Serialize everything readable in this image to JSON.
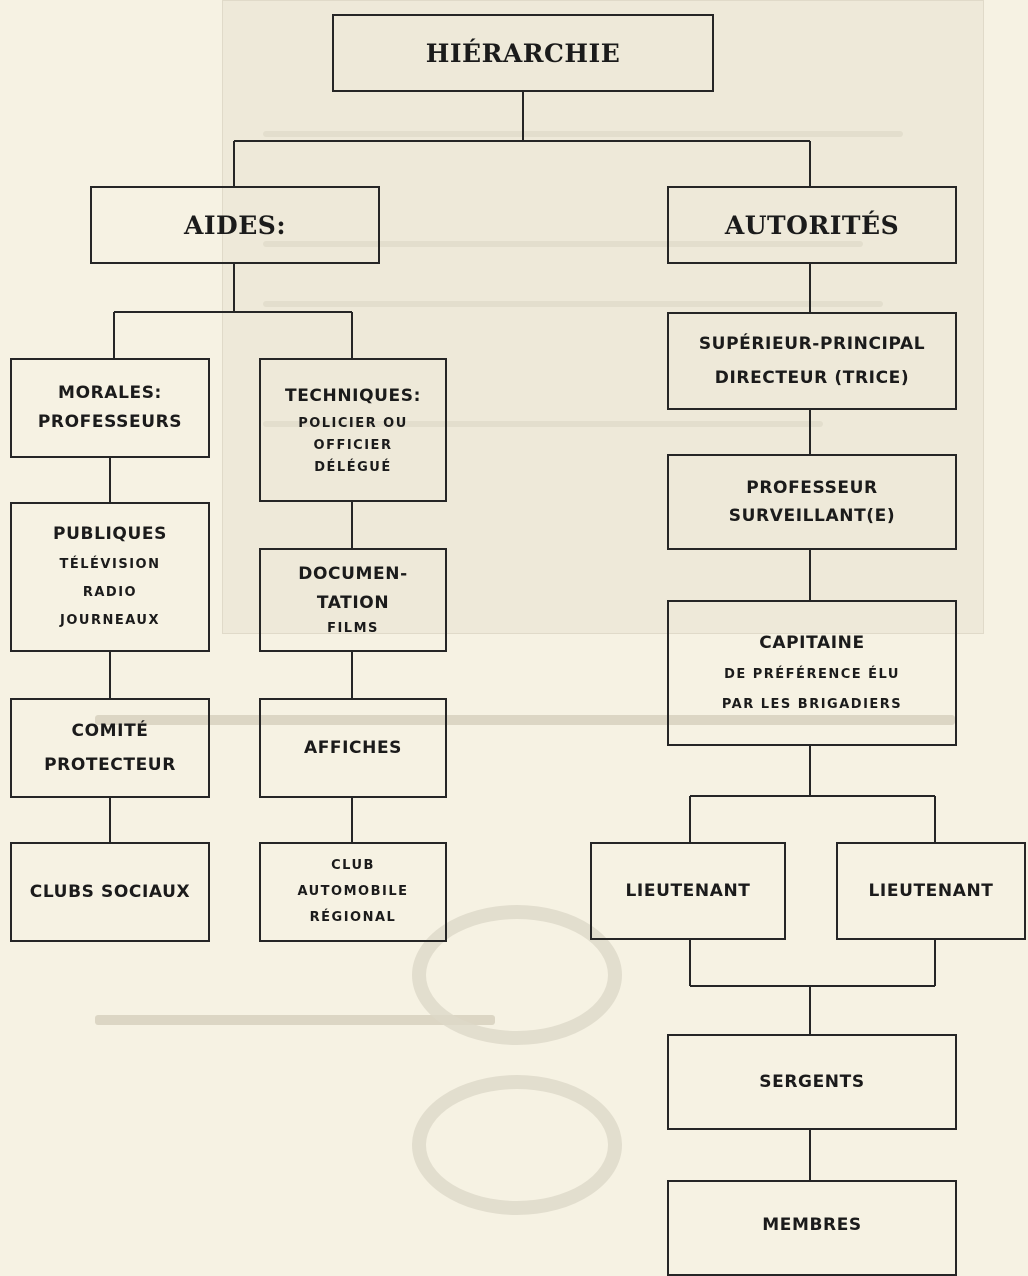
{
  "diagram": {
    "title": "HIÉRARCHIE",
    "aides": {
      "label": "AIDES:",
      "morales": {
        "main": "MORALES:",
        "main2": "PROFESSEURS"
      },
      "techniques": {
        "main": "TECHNIQUES:",
        "sub": "POLICIER OU",
        "sub2": "OFFICIER",
        "sub3": "DÉLÉGUÉ"
      },
      "publiques": {
        "main": "PUBLIQUES",
        "sub": "TÉLÉVISION",
        "sub2": "RADIO",
        "sub3": "JOURNEAUX"
      },
      "documentation": {
        "main": "DOCUMEN-",
        "main2": "TATION",
        "sub": "FILMS"
      },
      "comite": {
        "main": "COMITÉ",
        "main2": "PROTECTEUR"
      },
      "affiches": {
        "main": "AFFICHES"
      },
      "clubs": {
        "main": "CLUBS SOCIAUX"
      },
      "club_auto": {
        "sub": "CLUB",
        "sub2": "AUTOMOBILE",
        "sub3": "RÉGIONAL"
      }
    },
    "autorites": {
      "label": "AUTORITÉS",
      "superieur": {
        "main": "SUPÉRIEUR-PRINCIPAL",
        "main2": "DIRECTEUR (TRICE)"
      },
      "professeur": {
        "main": "PROFESSEUR",
        "main2": "SURVEILLANT(E)"
      },
      "capitaine": {
        "main": "CAPITAINE",
        "sub": "DE PRÉFÉRENCE ÉLU",
        "sub2": "PAR LES BRIGADIERS"
      },
      "lieutenant_left": {
        "main": "LIEUTENANT"
      },
      "lieutenant_right": {
        "main": "LIEUTENANT"
      },
      "sergents": {
        "main": "SERGENTS"
      },
      "membres": {
        "main": "MEMBRES"
      }
    }
  }
}
